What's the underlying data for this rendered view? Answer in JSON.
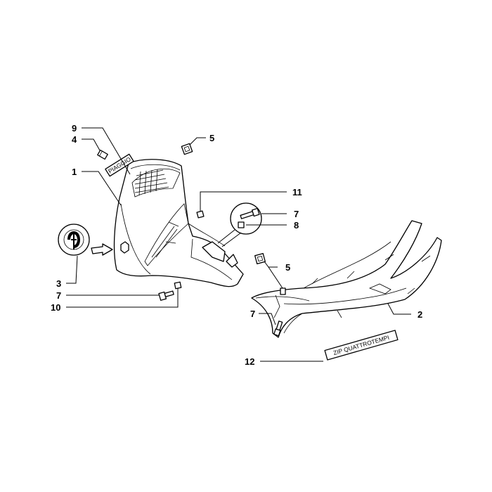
{
  "callouts": {
    "c1": "1",
    "c2": "2",
    "c3": "3",
    "c4": "4",
    "c5a": "5",
    "c5b": "5",
    "c7a": "7",
    "c7b": "7",
    "c7c": "7",
    "c8": "8",
    "c9": "9",
    "c10": "10",
    "c11": "11",
    "c12": "12"
  },
  "decals": {
    "brand": "PIAGGIO",
    "model": "ZIP QUATTROTEMPI"
  },
  "colors": {
    "line": "#000000",
    "background": "#ffffff"
  },
  "icons": {
    "emblem": "piaggio-emblem-icon"
  }
}
